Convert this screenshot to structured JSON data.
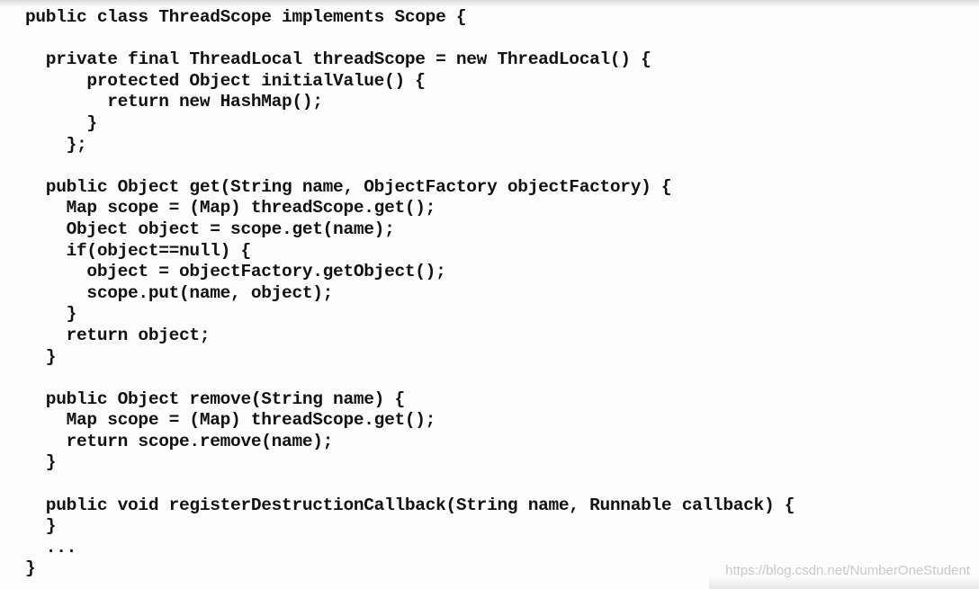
{
  "document": {
    "code_lines": [
      "public class ThreadScope implements Scope {",
      "",
      "  private final ThreadLocal threadScope = new ThreadLocal() {",
      "      protected Object initialValue() {",
      "        return new HashMap();",
      "      }",
      "    };",
      "",
      "  public Object get(String name, ObjectFactory objectFactory) {",
      "    Map scope = (Map) threadScope.get();",
      "    Object object = scope.get(name);",
      "    if(object==null) {",
      "      object = objectFactory.getObject();",
      "      scope.put(name, object);",
      "    }",
      "    return object;",
      "  }",
      "",
      "  public Object remove(String name) {",
      "    Map scope = (Map) threadScope.get();",
      "    return scope.remove(name);",
      "  }",
      "",
      "  public void registerDestructionCallback(String name, Runnable callback) {",
      "  }",
      "  ...",
      "}"
    ],
    "watermark": "https://blog.csdn.net/NumberOneStudent"
  }
}
